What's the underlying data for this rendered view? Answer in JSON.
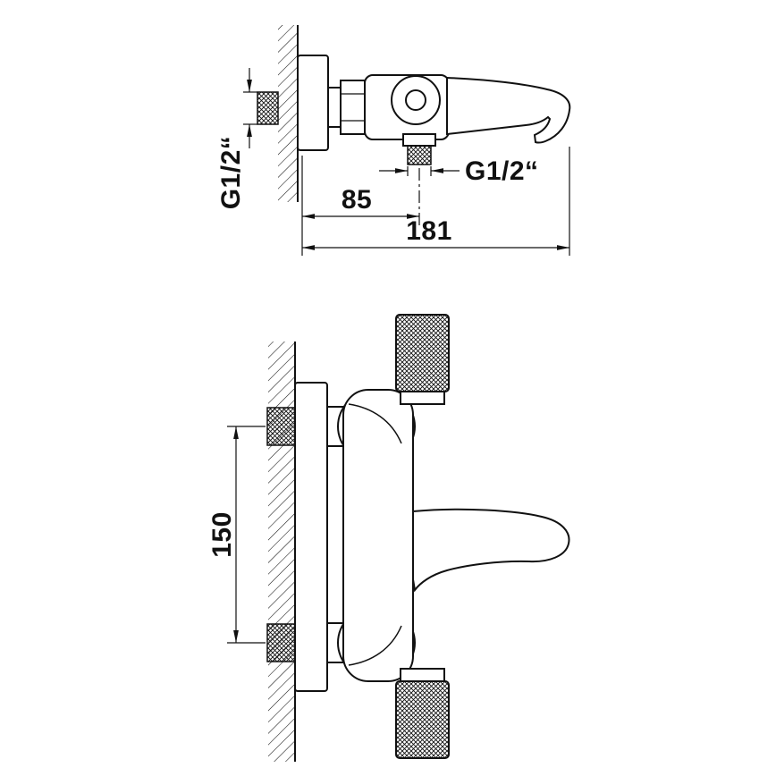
{
  "drawing": {
    "subject": "wall-mounted bath mixer tap technical drawing, side view (top) and front view (bottom)",
    "line_color": "#111111",
    "background": "#ffffff"
  },
  "top_view": {
    "wall_thread_label": "G1/2“",
    "outlet_thread_label": "G1/2“",
    "dim_wall_to_outlet": "85",
    "dim_wall_to_spout": "181"
  },
  "front_view": {
    "dim_inlet_spacing": "150"
  }
}
